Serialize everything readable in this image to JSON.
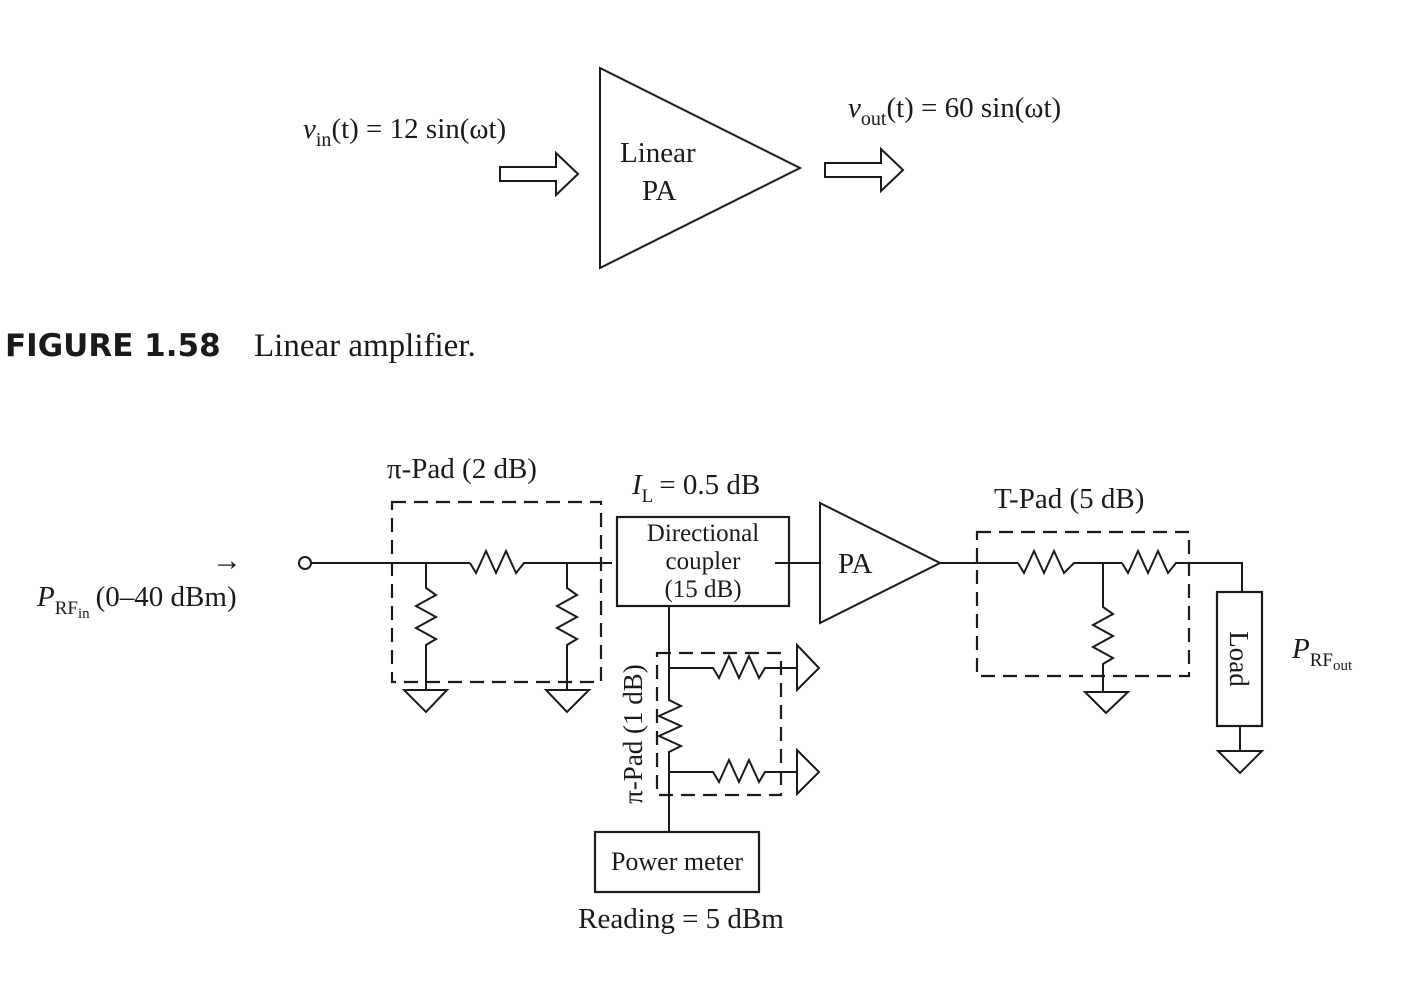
{
  "figure1": {
    "amplifier_label_line1": "Linear",
    "amplifier_label_line2": "PA",
    "input": {
      "var": "v",
      "sub": "in",
      "expr": "(t) = 12 sin(ωt)"
    },
    "output": {
      "var": "v",
      "sub": "out",
      "expr": "(t) = 60 sin(ωt)"
    },
    "caption_number": "FIGURE 1.58",
    "caption_text": "Linear amplifier."
  },
  "figure2": {
    "source": {
      "arrow": "→",
      "var": "P",
      "sub": "RF",
      "subsub": "in",
      "range": "(0–40 dBm)"
    },
    "pi_pad_input": {
      "label": "π-Pad (2 dB)"
    },
    "coupler": {
      "insertion_loss_var": "I",
      "insertion_loss_sub": "L",
      "insertion_loss_value": "= 0.5 dB",
      "line1": "Directional",
      "line2": "coupler",
      "line3": "(15 dB)"
    },
    "pa": {
      "label": "PA"
    },
    "t_pad": {
      "label": "T-Pad (5 dB)"
    },
    "load": {
      "label": "Load"
    },
    "output": {
      "var": "P",
      "sub": "RF",
      "subsub": "out"
    },
    "pi_pad_coupled": {
      "label": "π-Pad (1 dB)"
    },
    "power_meter": {
      "label": "Power meter",
      "reading": "Reading = 5 dBm"
    }
  }
}
